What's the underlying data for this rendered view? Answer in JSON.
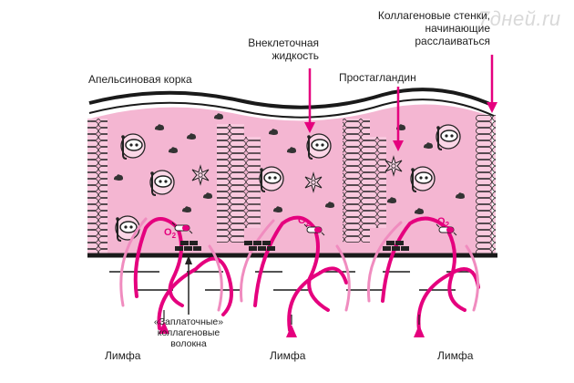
{
  "watermark": "7дней.ru",
  "labels": {
    "orange_peel": "Апельсиновая корка",
    "extracellular_fluid": [
      "Внеклеточная",
      "жидкость"
    ],
    "prostaglandin": "Простагландин",
    "collagen_walls": [
      "Коллагеновые стенки,",
      "начинающие",
      "расслаиваться"
    ],
    "patch_fibers": [
      "«Заплаточные»",
      "коллагеновые",
      "волокна"
    ],
    "lymph_1": "Лимфа",
    "lymph_2": "Лимфа",
    "lymph_3": "Лимфа",
    "o2_1": "O",
    "o2_2": "O",
    "o2_3": "O",
    "o2_sub": "2"
  },
  "colors": {
    "accent": "#e5007e",
    "tissue": "#f4b6d2",
    "skin_dark": "#1a1a1a",
    "cell_fill": "#f9c9de"
  }
}
